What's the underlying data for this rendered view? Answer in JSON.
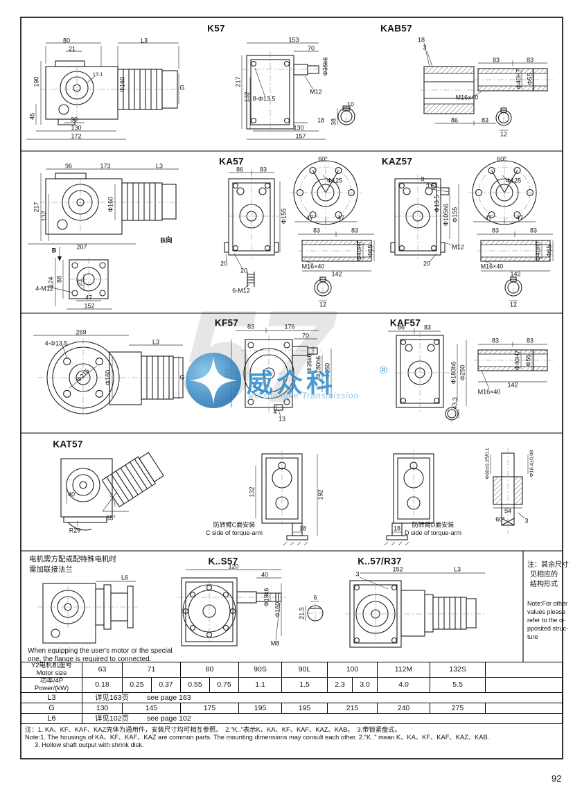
{
  "page_number": "92",
  "watermark": {
    "big": "57",
    "brand": "威众科",
    "reg": "®",
    "latin": "weizhongke Transmission",
    "accent_color": "#2b8ccd"
  },
  "s1": {
    "title_left": "K57",
    "title_right": "KAB57",
    "k57": [
      "80",
      "21",
      "L3",
      "190",
      "13.1",
      "Φ160",
      "G",
      "45",
      "30",
      "130",
      "172",
      "153",
      "70",
      "Φ35k6",
      "217",
      "132",
      "8-Φ13.5",
      "M12",
      "10",
      "38",
      "130",
      "18",
      "157"
    ],
    "kab": [
      "18",
      "3",
      "83",
      "83",
      "Φ40H7",
      "Φ55",
      "M16×40",
      "86",
      "83",
      "12"
    ]
  },
  "s2": {
    "title_left": "KA57",
    "title_right": "KAZ57",
    "side": [
      "96",
      "173",
      "L3",
      "217",
      "132",
      "Φ160",
      "207",
      "B向",
      "B",
      "124",
      "88",
      "4-M12",
      "23",
      "47",
      "152",
      "6-M12"
    ],
    "ka": [
      "86",
      "83",
      "Φ155",
      "20",
      "20",
      "60°",
      "Φ125",
      "47",
      "47",
      "83",
      "83",
      "M16×40",
      "142",
      "Φ40H7",
      "Φ55",
      "12"
    ],
    "kaz": [
      "9",
      "3.5",
      "Φ13.5",
      "Φ105h6",
      "Φ155",
      "M12",
      "20",
      "60°",
      "Φ125",
      "47",
      "47",
      "83",
      "83",
      "M16×40",
      "142",
      "Φ40H7",
      "Φ55",
      "12"
    ]
  },
  "s3": {
    "title_left": "KF57",
    "title_right": "KAF57",
    "kf": [
      "269",
      "4-Φ13.5",
      "L3",
      "Φ215",
      "Φ160",
      "G",
      "83",
      "176",
      "70",
      "Φ35k6",
      "Φ180h6",
      "Φ250",
      "215",
      "4",
      "13"
    ],
    "kaf": [
      "86",
      "83",
      "Φ180h6",
      "Φ250",
      "83",
      "83",
      "Φ40H7",
      "Φ55",
      "142",
      "M16×40",
      "43.3"
    ]
  },
  "s4": {
    "title": "KAT57",
    "labels": [
      "40",
      "55°",
      "R29",
      "132",
      "192",
      "18",
      "18",
      "Φ40±0.25/0.1",
      "Φ16.4±0.08",
      "54",
      "60°",
      "3"
    ],
    "caption_c_zh": "防转臂C面安装",
    "caption_c_en": "C side of torque-arm",
    "caption_d_zh": "防转臂D面安装",
    "caption_d_en": "D side of torque-arm"
  },
  "s5": {
    "title_left": "K..S57",
    "title_right": "K..57/R37",
    "flange_zh1": "电机需方配或配特殊电机时",
    "flange_zh2": "需加联接法兰",
    "labels": [
      "L6",
      "120",
      "40",
      "Φ19k6",
      "Φ160",
      "M8",
      "6",
      "21.5",
      "3",
      "152",
      "L3"
    ],
    "side_zh": [
      "注：其余尺寸",
      "见相应的",
      "结构形式"
    ],
    "side_en": [
      "Note:For other",
      "values please",
      "refer to the o-",
      "pposited struc-",
      "ture"
    ],
    "bottom1": "When equipping the user's motor or the special",
    "bottom2": "one, the flange is required to connected."
  },
  "table": {
    "motor_zh": "Y2电机机座号",
    "motor_en": "Motor size",
    "sizes": [
      "63",
      "71",
      "80",
      "90S",
      "90L",
      "100",
      "112M",
      "132S"
    ],
    "power_zh": "功率/4P",
    "power_en": "Power/(kW)",
    "power": [
      "0.18",
      "0.25",
      "0.37",
      "0.55",
      "0.75",
      "1.1",
      "1.5",
      "2.3",
      "3.0",
      "4.0",
      "5.5"
    ],
    "l3_label": "L3",
    "l3_zh": "详见163页",
    "l3_en": "see page 163",
    "g_label": "G",
    "g": [
      "130",
      "145",
      "175",
      "195",
      "195",
      "215",
      "240",
      "275"
    ],
    "l6_label": "L6",
    "l6_zh": "详见102页",
    "l6_en": "see page 102"
  },
  "notes": {
    "zh": "注：1. KA、KF、KAF、KAZ壳体为通用件，安装尺寸均可相互参照。　2.\"K..\"表示K、KA、KF、KAF、KAZ、KAB。　3.带锁紧盘式。",
    "en1": "Note:1. The housings of KA、KF、KAF、KAZ are common parts. The mounting dimensions may consult each other.  2.\"K..\" mean K、KA、KF、KAF、KAZ、KAB.",
    "en2": "3. Hollow shaft output with shrink disk."
  }
}
